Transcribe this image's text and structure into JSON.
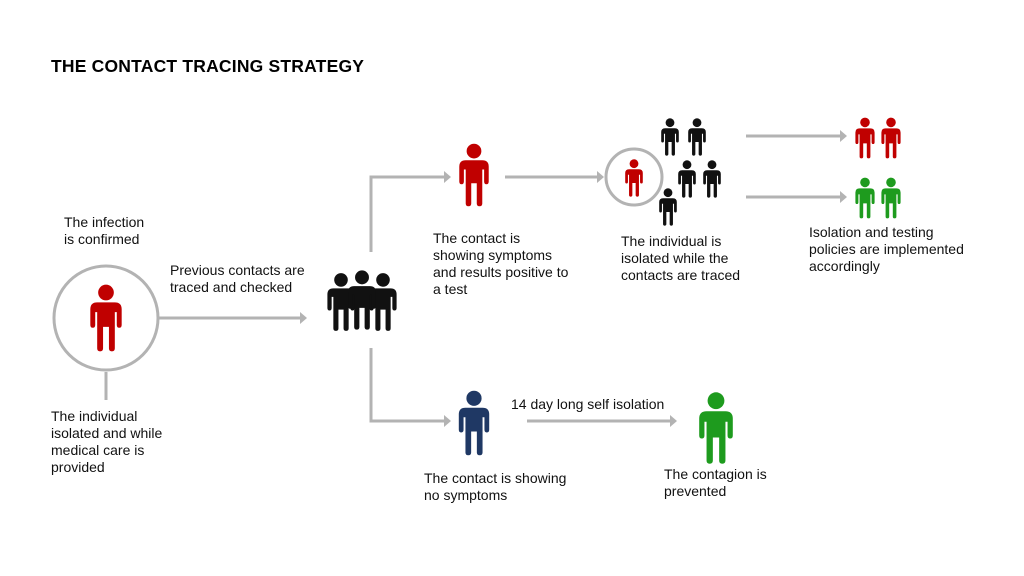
{
  "title": "THE CONTACT TRACING STRATEGY",
  "colors": {
    "infected": "#C00000",
    "contact": "#111111",
    "no_symptoms": "#1F3864",
    "healthy": "#1E9B1E",
    "connector": "#B3B3B3"
  },
  "labels": {
    "infection_confirmed": "The infection\nis confirmed",
    "individual_isolated": "The individual\nisolated and while\nmedical care is\nprovided",
    "contacts_traced": "Previous contacts are\ntraced and checked",
    "contact_positive": "The contact is\nshowing symptoms\nand results positive to\na test",
    "isolated_while_traced": "The individual is\nisolated while the\ncontacts are traced",
    "isolation_policies": "Isolation and testing\npolicies are implemented\naccordingly",
    "self_isolation": "14 day long self isolation",
    "contact_no_symptoms": "The contact is showing\nno symptoms",
    "contagion_prevented": "The contagion is\nprevented"
  },
  "icons": {
    "infected_person": "person-icon",
    "group": "group-icon"
  }
}
